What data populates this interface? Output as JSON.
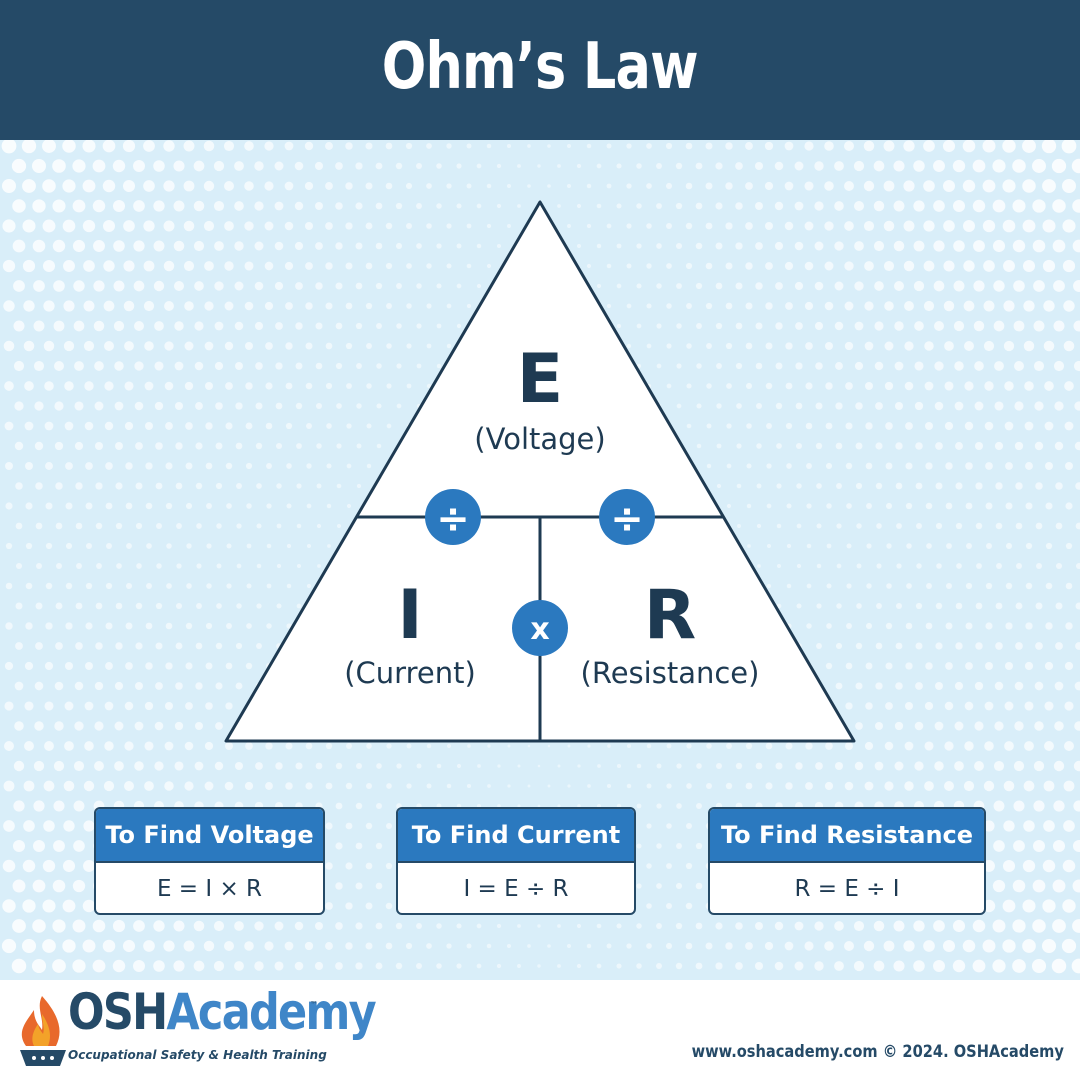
{
  "header": {
    "title": "Ohm’s Law"
  },
  "triangle": {
    "top": {
      "symbol": "E",
      "name": "(Voltage)"
    },
    "bottom_left": {
      "symbol": "I",
      "name": "(Current)"
    },
    "bottom_right": {
      "symbol": "R",
      "name": "(Resistance)"
    },
    "operators": {
      "divide_left": "÷",
      "divide_right": "÷",
      "multiply": "x"
    }
  },
  "cards": [
    {
      "title": "To Find Voltage",
      "formula": "E = I × R"
    },
    {
      "title": "To Find Current",
      "formula": "I = E ÷ R"
    },
    {
      "title": "To Find Resistance",
      "formula": "R = E ÷ I"
    }
  ],
  "footer": {
    "logo_main": "OSH",
    "logo_accent": "Academy",
    "logo_tm": "™",
    "tagline": "Occupational Safety & Health Training",
    "credit": "www.oshacademy.com © 2024. OSHAcademy"
  },
  "colors": {
    "header_bg": "#254a67",
    "main_bg": "#d9eef9",
    "accent_blue": "#2b79bf",
    "dark_text": "#1e3a52"
  }
}
